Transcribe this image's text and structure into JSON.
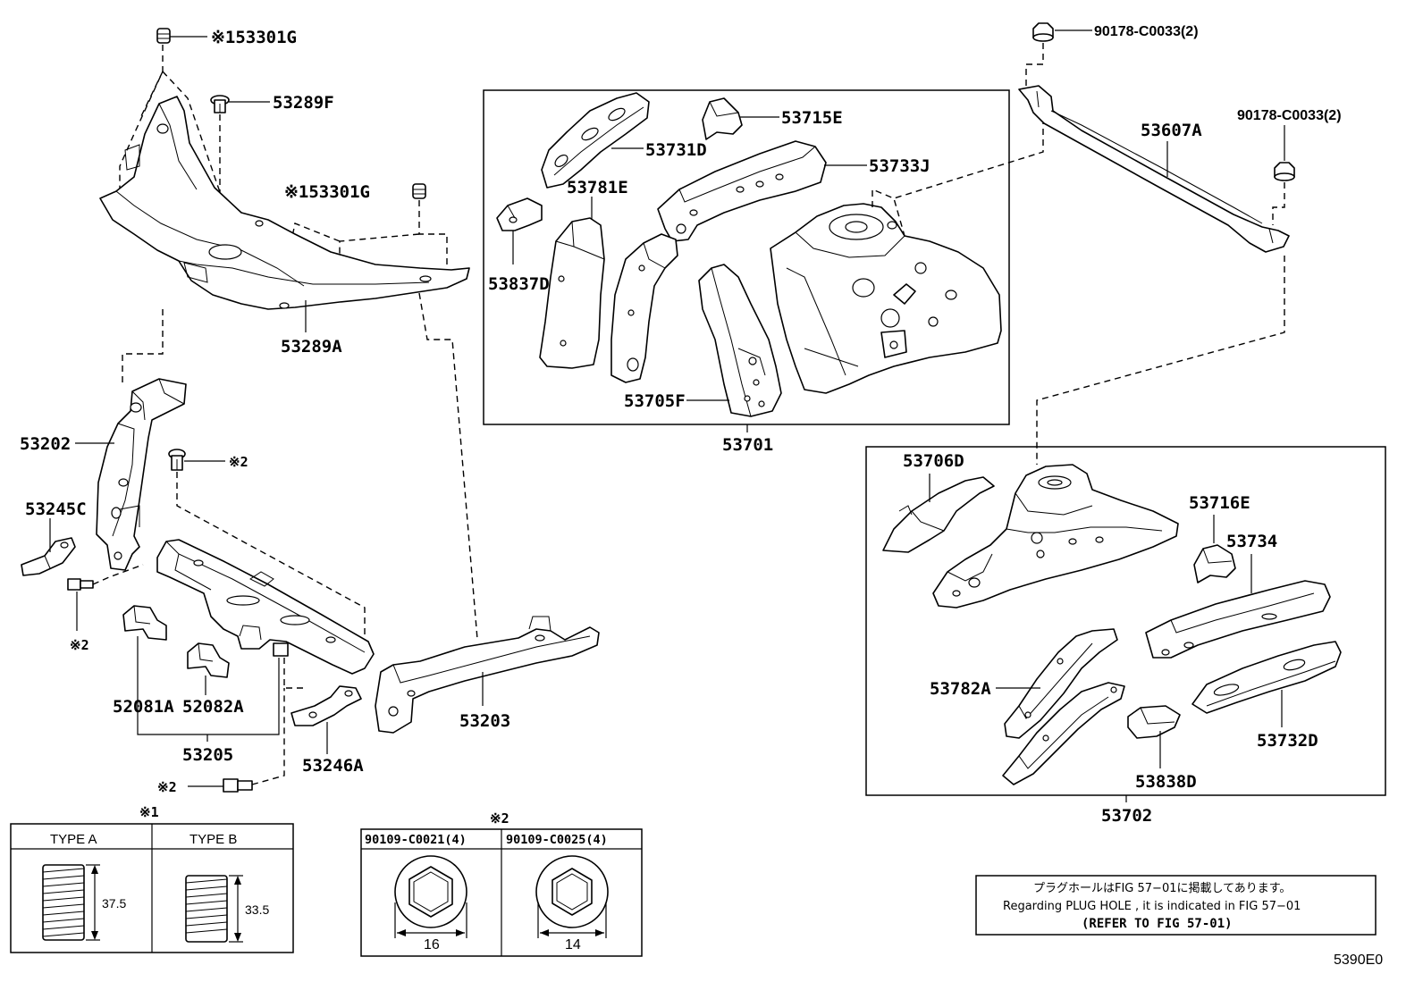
{
  "labels": {
    "l_53301g_top": "※153301G",
    "l_53289f": "53289F",
    "l_53301g_mid": "※153301G",
    "l_53289a": "53289A",
    "l_53202": "53202",
    "l_53245c": "53245C",
    "l_x2_bolt": "※2",
    "l_x2_left": "※2",
    "l_52081a": "52081A",
    "l_52082a": "52082A",
    "l_53205": "53205",
    "l_53246a": "53246A",
    "l_x2_bottom": "※2",
    "l_53203": "53203",
    "l_53731d": "53731D",
    "l_53715e": "53715E",
    "l_53733j": "53733J",
    "l_53781e": "53781E",
    "l_53837d": "53837D",
    "l_53705f": "53705F",
    "l_53701": "53701",
    "l_90178_a": "90178-C0033(2)",
    "l_90178_b": "90178-C0033(2)",
    "l_53607a": "53607A",
    "l_53706d": "53706D",
    "l_53716e": "53716E",
    "l_53734": "53734",
    "l_53782a": "53782A",
    "l_53732d": "53732D",
    "l_53838d": "53838D",
    "l_53702": "53702"
  },
  "table1": {
    "marker": "※1",
    "type_a": "TYPE A",
    "type_b": "TYPE B",
    "dim_a": "37.5",
    "dim_b": "33.5"
  },
  "table2": {
    "marker": "※2",
    "part_a": "90109-C0021(4)",
    "part_b": "90109-C0025(4)",
    "dim_a": "16",
    "dim_b": "14"
  },
  "note": {
    "jp": "プラグホールはFIG 57−01に掲載してあります。",
    "en": "Regarding  PLUG  HOLE , it is indicated in FIG  57−01",
    "ref": "(REFER TO FIG 57-01)"
  },
  "figure_code": "5390E0"
}
